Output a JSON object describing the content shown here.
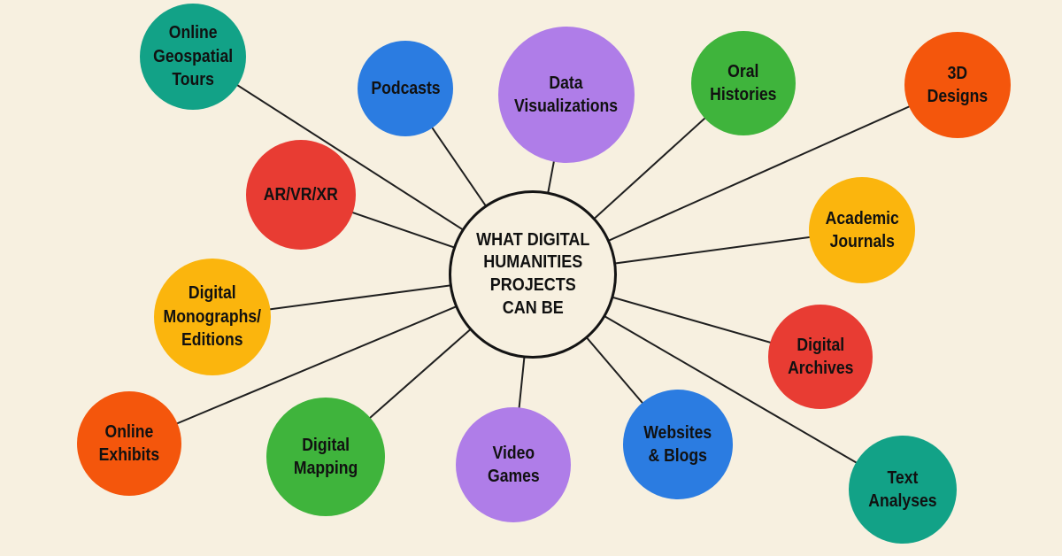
{
  "title": "What Digital Humanities Projects Can Be diagram",
  "center": {
    "label": "WHAT DIGITAL\nHUMANITIES\nPROJECTS\nCAN BE"
  },
  "nodes": [
    {
      "id": "online-geospatial-tours",
      "label": "Online\nGeospatial\nTours",
      "color": "#12A287"
    },
    {
      "id": "podcasts",
      "label": "Podcasts",
      "color": "#2B7CE1"
    },
    {
      "id": "data-visualizations",
      "label": "Data\nVisualizations",
      "color": "#AF7DE8"
    },
    {
      "id": "oral-histories",
      "label": "Oral\nHistories",
      "color": "#3FB43C"
    },
    {
      "id": "3d-designs",
      "label": "3D\nDesigns",
      "color": "#F4560C"
    },
    {
      "id": "ar-vr-xr",
      "label": "AR/VR/XR",
      "color": "#E83C33"
    },
    {
      "id": "academic-journals",
      "label": "Academic\nJournals",
      "color": "#FBB50D"
    },
    {
      "id": "digital-monographs-editions",
      "label": "Digital\nMonographs/\nEditions",
      "color": "#FBB50D"
    },
    {
      "id": "digital-archives",
      "label": "Digital\nArchives",
      "color": "#E83C33"
    },
    {
      "id": "online-exhibits",
      "label": "Online\nExhibits",
      "color": "#F4560C"
    },
    {
      "id": "digital-mapping",
      "label": "Digital\nMapping",
      "color": "#3FB43C"
    },
    {
      "id": "video-games",
      "label": "Video\nGames",
      "color": "#AF7DE8"
    },
    {
      "id": "websites-blogs",
      "label": "Websites\n& Blogs",
      "color": "#2B7CE1"
    },
    {
      "id": "text-analyses",
      "label": "Text\nAnalyses",
      "color": "#12A287"
    }
  ],
  "colors": {
    "background": "#F7F0E0",
    "line": "#1F1F1F",
    "text": "#111111",
    "center_stroke": "#141414"
  }
}
